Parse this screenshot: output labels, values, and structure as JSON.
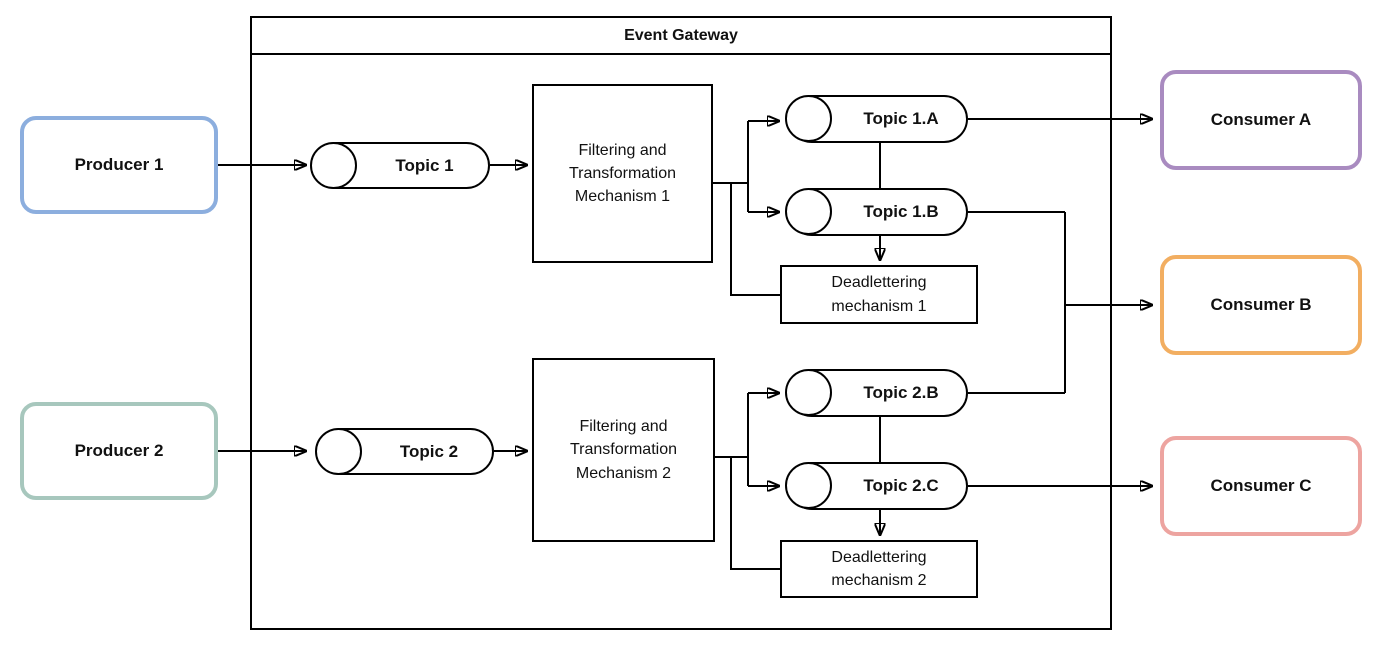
{
  "diagram": {
    "title": "Event Gateway",
    "nodes": {
      "producer1": {
        "label": "Producer 1",
        "border_color": "#8caede"
      },
      "producer2": {
        "label": "Producer 2",
        "border_color": "#a7c7bd"
      },
      "topic1": {
        "label": "Topic 1"
      },
      "topic2": {
        "label": "Topic 2"
      },
      "filter1": {
        "line1": "Filtering and",
        "line2": "Transformation",
        "line3": "Mechanism 1"
      },
      "filter2": {
        "line1": "Filtering and",
        "line2": "Transformation",
        "line3": "Mechanism 2"
      },
      "topic1a": {
        "label": "Topic 1.A"
      },
      "topic1b": {
        "label": "Topic 1.B"
      },
      "topic2b": {
        "label": "Topic 2.B"
      },
      "topic2c": {
        "label": "Topic 2.C"
      },
      "dead1": {
        "line1": "Deadlettering",
        "line2": "mechanism 1"
      },
      "dead2": {
        "line1": "Deadlettering",
        "line2": "mechanism 2"
      },
      "consumerA": {
        "label": "Consumer A",
        "border_color": "#a98bc0"
      },
      "consumerB": {
        "label": "Consumer B",
        "border_color": "#f2ae61"
      },
      "consumerC": {
        "label": "Consumer C",
        "border_color": "#eda4a0"
      }
    },
    "stroke_color": "#000000",
    "edges": [
      {
        "from": "Producer 1",
        "to": "Topic 1",
        "arrow": true
      },
      {
        "from": "Topic 1",
        "to": "Filtering and Transformation Mechanism 1",
        "arrow": true
      },
      {
        "from": "Filtering and Transformation Mechanism 1",
        "to": "Topic 1.A",
        "arrow": true
      },
      {
        "from": "Filtering and Transformation Mechanism 1",
        "to": "Topic 1.B",
        "arrow": true
      },
      {
        "from": "Filtering and Transformation Mechanism 1",
        "to": "Deadlettering mechanism 1",
        "arrow": false
      },
      {
        "from": "Topic 1.A",
        "to": "Topic 1.B",
        "arrow": false
      },
      {
        "from": "Topic 1.B",
        "to": "Deadlettering mechanism 1",
        "arrow": true
      },
      {
        "from": "Topic 1.A",
        "to": "Consumer A",
        "arrow": true
      },
      {
        "from": "Topic 1.B",
        "to": "Consumer B",
        "arrow": true
      },
      {
        "from": "Topic 2.B",
        "to": "Consumer B",
        "arrow": true
      },
      {
        "from": "Producer 2",
        "to": "Topic 2",
        "arrow": true
      },
      {
        "from": "Topic 2",
        "to": "Filtering and Transformation Mechanism 2",
        "arrow": true
      },
      {
        "from": "Filtering and Transformation Mechanism 2",
        "to": "Topic 2.B",
        "arrow": true
      },
      {
        "from": "Filtering and Transformation Mechanism 2",
        "to": "Topic 2.C",
        "arrow": true
      },
      {
        "from": "Filtering and Transformation Mechanism 2",
        "to": "Deadlettering mechanism 2",
        "arrow": false
      },
      {
        "from": "Topic 2.B",
        "to": "Topic 2.C",
        "arrow": false
      },
      {
        "from": "Topic 2.C",
        "to": "Deadlettering mechanism 2",
        "arrow": true
      },
      {
        "from": "Topic 2.C",
        "to": "Consumer C",
        "arrow": true
      }
    ]
  }
}
